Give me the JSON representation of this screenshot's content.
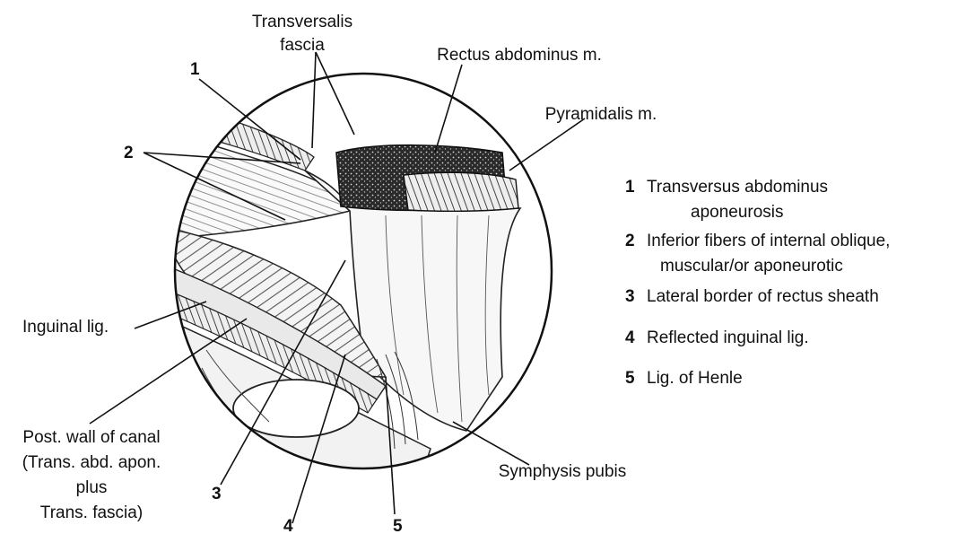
{
  "labels": {
    "transversalis_line1": "Transversalis",
    "transversalis_line2": "fascia",
    "rectus": "Rectus abdominus m.",
    "pyramidalis": "Pyramidalis m.",
    "inguinal": "Inguinal lig.",
    "post_wall_line1": "Post. wall of canal",
    "post_wall_line2": "(Trans. abd. apon.",
    "post_wall_line3": "plus",
    "post_wall_line4": "Trans. fascia)",
    "symphysis": "Symphysis pubis"
  },
  "callout_numbers": {
    "n1": "1",
    "n2": "2",
    "n3": "3",
    "n4": "4",
    "n5": "5"
  },
  "legend": [
    {
      "num": "1",
      "line1": "Transversus abdominus",
      "line2": "aponeurosis"
    },
    {
      "num": "2",
      "line1": "Inferior fibers of internal oblique,",
      "line2": "muscular/or aponeurotic"
    },
    {
      "num": "3",
      "line1": "Lateral border of rectus sheath",
      "line2": ""
    },
    {
      "num": "4",
      "line1": "Reflected inguinal lig.",
      "line2": ""
    },
    {
      "num": "5",
      "line1": "Lig. of Henle",
      "line2": ""
    }
  ]
}
